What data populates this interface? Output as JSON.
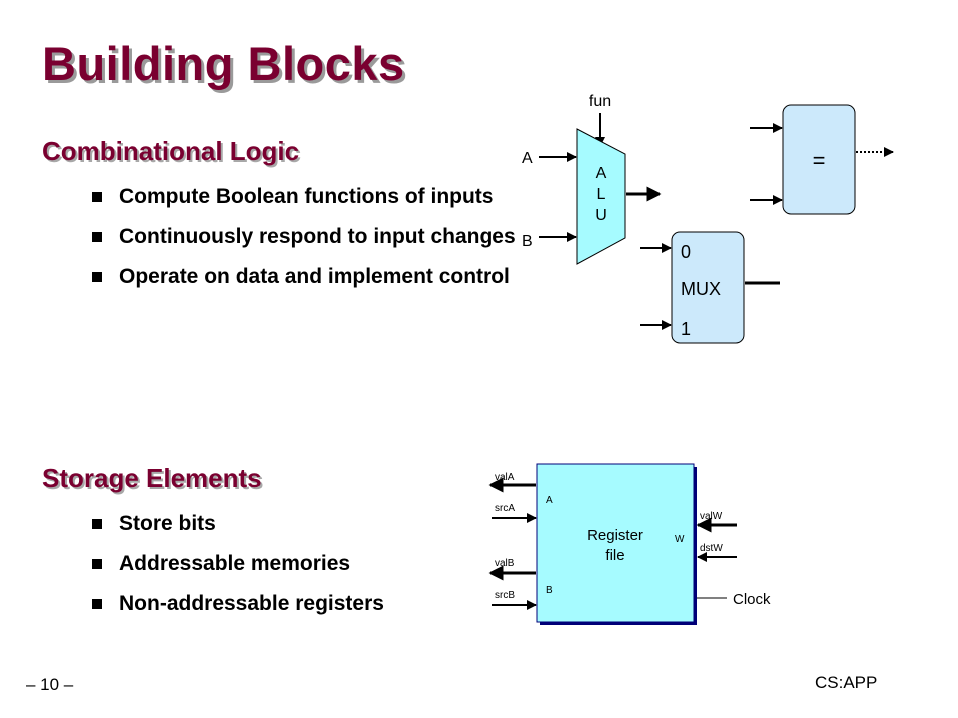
{
  "title": "Building Blocks",
  "combinational": {
    "heading": "Combinational Logic",
    "bullets": [
      "Compute Boolean functions of inputs",
      "Continuously respond to input changes",
      "Operate on data and implement control"
    ]
  },
  "storage": {
    "heading": "Storage Elements",
    "bullets": [
      "Store bits",
      "Addressable memories",
      "Non-addressable registers"
    ]
  },
  "alu": {
    "fun_label": "fun",
    "input_a": "A",
    "input_b": "B",
    "letters": [
      "A",
      "L",
      "U"
    ],
    "fill": "#a6fbff"
  },
  "equal_block": {
    "symbol": "=",
    "fill": "#cce9fb"
  },
  "mux": {
    "top": "0",
    "name": "MUX",
    "bottom": "1",
    "fill": "#cce9fb"
  },
  "register_file": {
    "name_line1": "Register",
    "name_line2": "file",
    "port_a": "A",
    "port_b": "B",
    "port_w": "W",
    "valA": "valA",
    "srcA": "srcA",
    "valB": "valB",
    "srcB": "srcB",
    "valW": "valW",
    "dstW": "dstW",
    "clock": "Clock",
    "fill": "#a6fbff",
    "border": "#00007a"
  },
  "footer": {
    "page": "– 10 –",
    "brand": "CS:APP"
  }
}
